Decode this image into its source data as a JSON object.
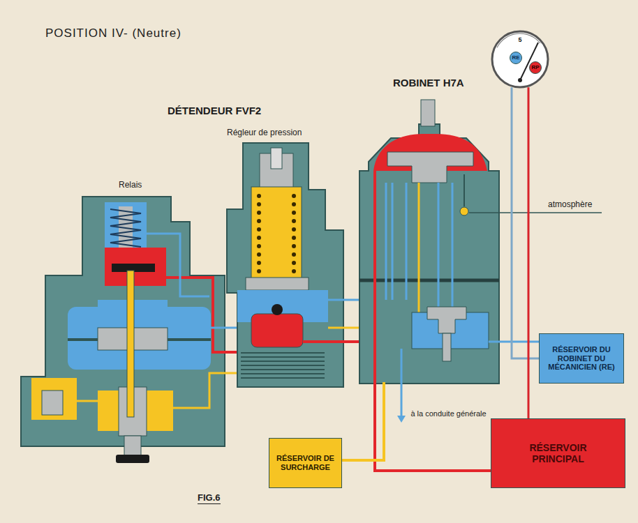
{
  "diagram": {
    "title": "POSITION IV- (Neutre)",
    "caption": "FIG.6",
    "nodes": [
      {
        "text": [
          "5"
        ]
      },
      {
        "text": [
          "RE"
        ],
        "in": 0
      },
      {
        "text": [
          "RP"
        ],
        "in": 0
      },
      {
        "text": [
          "RÉSERVOIR DU ROBINET DU MÉCANICIEN (RE)"
        ]
      },
      {
        "text": [
          "RÉSERVOIR DE SURCHARGE"
        ]
      },
      {
        "text": [
          "RÉSERVOIR PRINCIPAL"
        ]
      }
    ],
    "edges": [
      {
        "from": 0,
        "to": 3,
        "arrow": "none"
      },
      {
        "from": 0,
        "to": 5,
        "arrow": "none"
      }
    ],
    "labels": [
      "DÉTENDEUR FVF2",
      "Régleur de pression",
      "Relais",
      "ROBINET H7A",
      "atmosphère",
      "à la conduite générale"
    ]
  }
}
